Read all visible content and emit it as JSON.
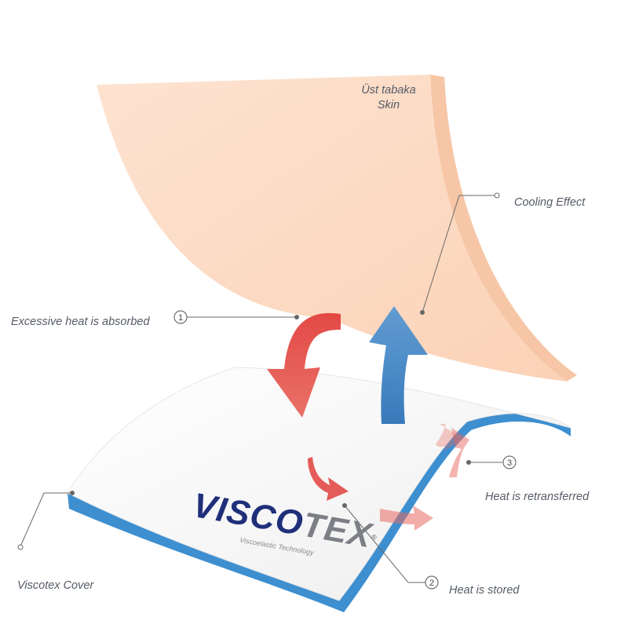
{
  "skin": {
    "label_tr": "Üst tabaka",
    "label_en": "Skin"
  },
  "labels": {
    "cooling": "Cooling Effect",
    "absorbed": "Excessive heat is absorbed",
    "retransferred": "Heat is retransferred",
    "stored": "Heat is stored",
    "cover": "Viscotex Cover"
  },
  "markers": {
    "one": "1",
    "two": "2",
    "three": "3"
  },
  "brand": {
    "part_a": "VISCO",
    "part_b": "TEX",
    "registered": "®",
    "tagline": "Viscoelastic Technology"
  },
  "colors": {
    "skin": "#fddcc6",
    "skin_edge": "#f8c8aa",
    "cover_top": "#f7f7f6",
    "cover_edge": "#3d8fd0",
    "heat_arrow": "#e2403c",
    "cool_arrow": "#3e7fc1",
    "brand_blue": "#1f2f7a",
    "brand_gray": "#7d7f86"
  }
}
